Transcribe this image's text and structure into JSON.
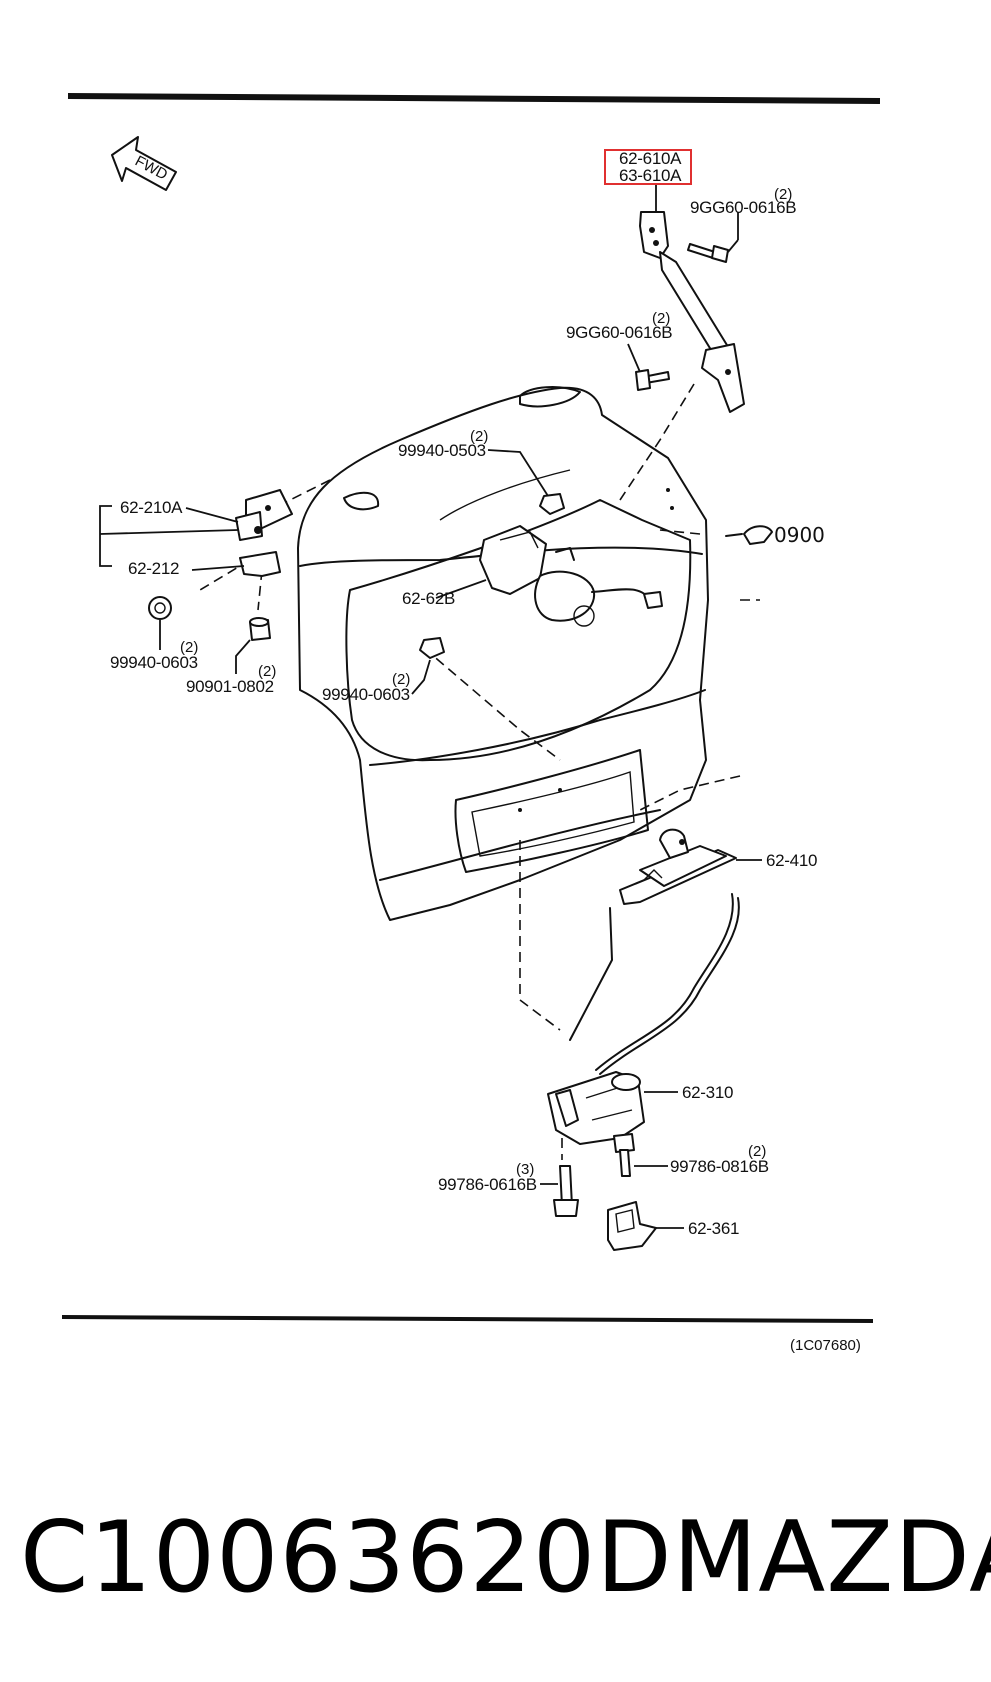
{
  "direction_arrow": "FWD",
  "highlighted_part": {
    "lines": [
      "62-610A",
      "63-610A"
    ],
    "highlight_color": "#e03030"
  },
  "parts": {
    "bolt_upper_strut": {
      "number": "9GG60-0616B",
      "qty": "(2)"
    },
    "bolt_lower_strut": {
      "number": "9GG60-0616B",
      "qty": "(2)"
    },
    "nut_upper": {
      "number": "99940-0503",
      "qty": "(2)"
    },
    "hinge": {
      "number": "62-210A"
    },
    "hinge_bracket": {
      "number": "62-212"
    },
    "nut_left": {
      "number": "99940-0603",
      "qty": "(2)"
    },
    "collar_left": {
      "number": "90901-0802",
      "qty": "(2)"
    },
    "switch_assembly": {
      "number": "62-62B"
    },
    "nut_center": {
      "number": "99940-0603",
      "qty": "(2)"
    },
    "wiring_ref": {
      "number": "0900"
    },
    "handle": {
      "number": "62-410"
    },
    "latch": {
      "number": "62-310"
    },
    "bolt_latch_left": {
      "number": "99786-0616B",
      "qty": "(3)"
    },
    "bolt_latch_right": {
      "number": "99786-0816B",
      "qty": "(2)"
    },
    "striker": {
      "number": "62-361"
    }
  },
  "figure_code": "(1C07680)",
  "caption": {
    "part_number": "C10063620D",
    "brand": "MAZDA"
  }
}
